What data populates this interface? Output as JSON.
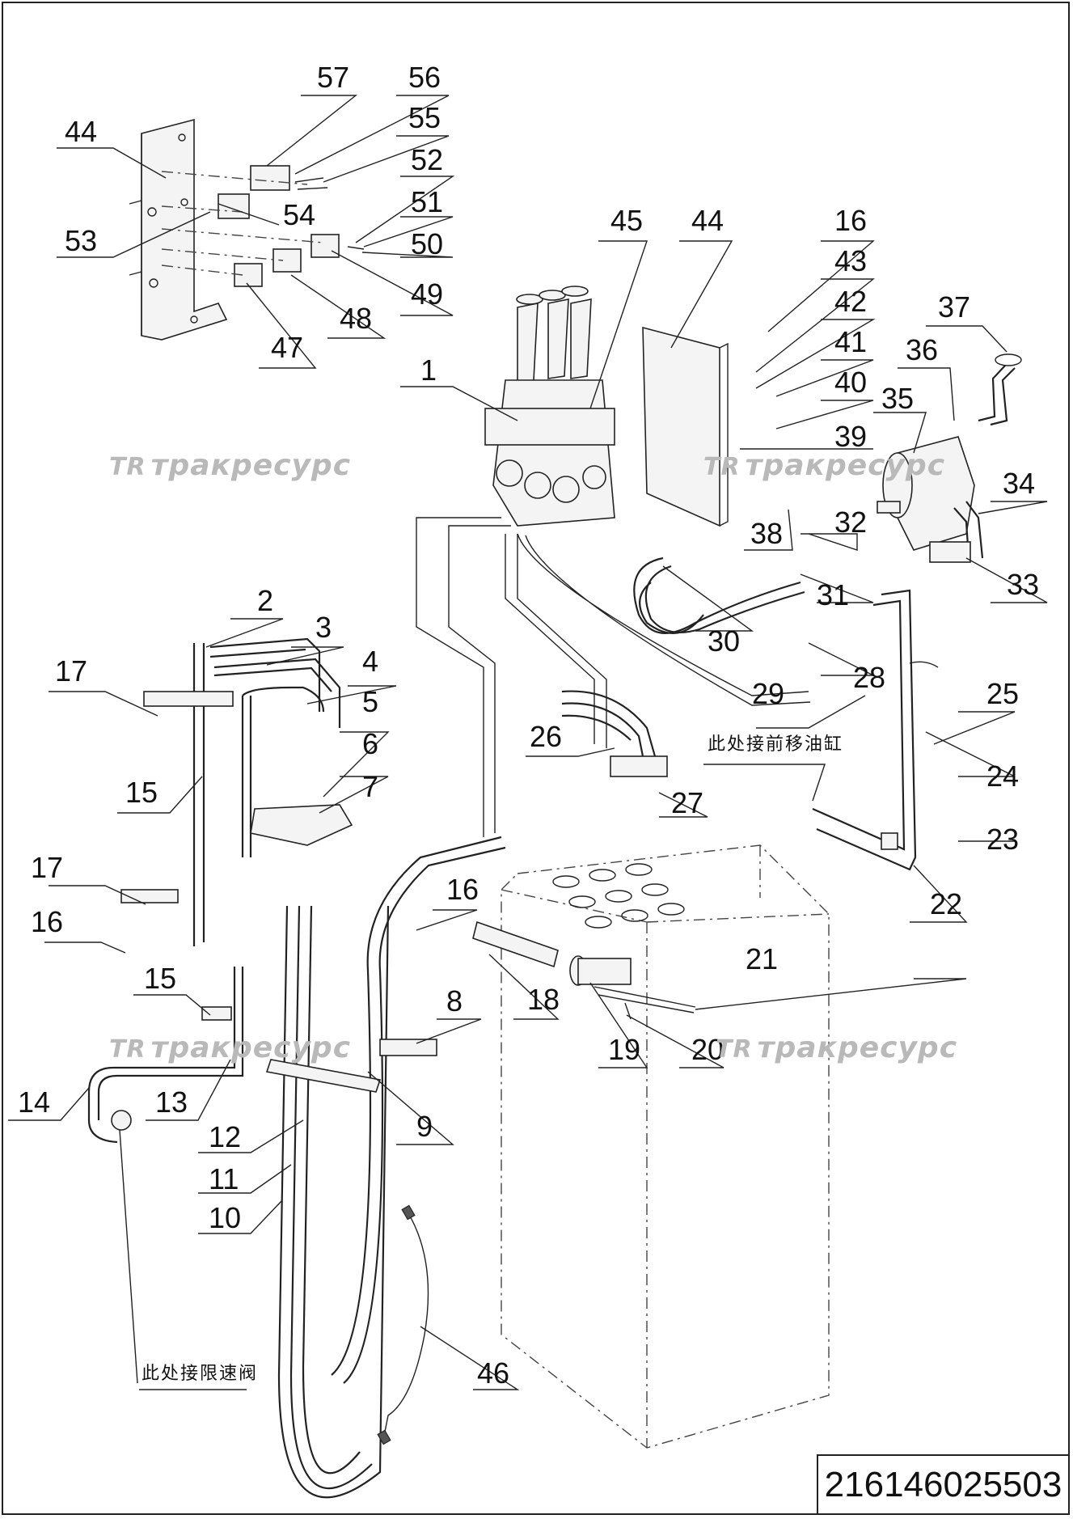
{
  "callouts": [
    {
      "id": "c57",
      "label": "57"
    },
    {
      "id": "c56",
      "label": "56"
    },
    {
      "id": "c55",
      "label": "55"
    },
    {
      "id": "c44a",
      "label": "44"
    },
    {
      "id": "c52",
      "label": "52"
    },
    {
      "id": "c51",
      "label": "51"
    },
    {
      "id": "c54",
      "label": "54"
    },
    {
      "id": "c53",
      "label": "53"
    },
    {
      "id": "c50",
      "label": "50"
    },
    {
      "id": "c49",
      "label": "49"
    },
    {
      "id": "c48",
      "label": "48"
    },
    {
      "id": "c47",
      "label": "47"
    },
    {
      "id": "c45",
      "label": "45"
    },
    {
      "id": "c44b",
      "label": "44"
    },
    {
      "id": "c16a",
      "label": "16"
    },
    {
      "id": "c43",
      "label": "43"
    },
    {
      "id": "c42",
      "label": "42"
    },
    {
      "id": "c37",
      "label": "37"
    },
    {
      "id": "c41",
      "label": "41"
    },
    {
      "id": "c36",
      "label": "36"
    },
    {
      "id": "c1",
      "label": "1"
    },
    {
      "id": "c40",
      "label": "40"
    },
    {
      "id": "c35",
      "label": "35"
    },
    {
      "id": "c39",
      "label": "39"
    },
    {
      "id": "c34",
      "label": "34"
    },
    {
      "id": "c32",
      "label": "32"
    },
    {
      "id": "c38",
      "label": "38"
    },
    {
      "id": "c33",
      "label": "33"
    },
    {
      "id": "c31",
      "label": "31"
    },
    {
      "id": "c2",
      "label": "2"
    },
    {
      "id": "c30",
      "label": "30"
    },
    {
      "id": "c3",
      "label": "3"
    },
    {
      "id": "c28",
      "label": "28"
    },
    {
      "id": "c4",
      "label": "4"
    },
    {
      "id": "c17a",
      "label": "17"
    },
    {
      "id": "c29",
      "label": "29"
    },
    {
      "id": "c25",
      "label": "25"
    },
    {
      "id": "c5",
      "label": "5"
    },
    {
      "id": "c26",
      "label": "26"
    },
    {
      "id": "c6",
      "label": "6"
    },
    {
      "id": "c24",
      "label": "24"
    },
    {
      "id": "c15a",
      "label": "15"
    },
    {
      "id": "c7",
      "label": "7"
    },
    {
      "id": "c27",
      "label": "27"
    },
    {
      "id": "c23",
      "label": "23"
    },
    {
      "id": "c17b",
      "label": "17"
    },
    {
      "id": "c16b",
      "label": "16"
    },
    {
      "id": "c22",
      "label": "22"
    },
    {
      "id": "c16c",
      "label": "16"
    },
    {
      "id": "c21",
      "label": "21"
    },
    {
      "id": "c15b",
      "label": "15"
    },
    {
      "id": "c8",
      "label": "8"
    },
    {
      "id": "c18",
      "label": "18"
    },
    {
      "id": "c19",
      "label": "19"
    },
    {
      "id": "c20",
      "label": "20"
    },
    {
      "id": "c14",
      "label": "14"
    },
    {
      "id": "c13",
      "label": "13"
    },
    {
      "id": "c9",
      "label": "9"
    },
    {
      "id": "c12",
      "label": "12"
    },
    {
      "id": "c11",
      "label": "11"
    },
    {
      "id": "c10",
      "label": "10"
    },
    {
      "id": "c46",
      "label": "46"
    }
  ],
  "notes": {
    "front_cylinder": "此处接前移油缸",
    "speed_limit_valve": "此处接限速阀"
  },
  "watermark": {
    "logo": "TR",
    "text": "тракресурс"
  },
  "doc_number": "216146025503"
}
